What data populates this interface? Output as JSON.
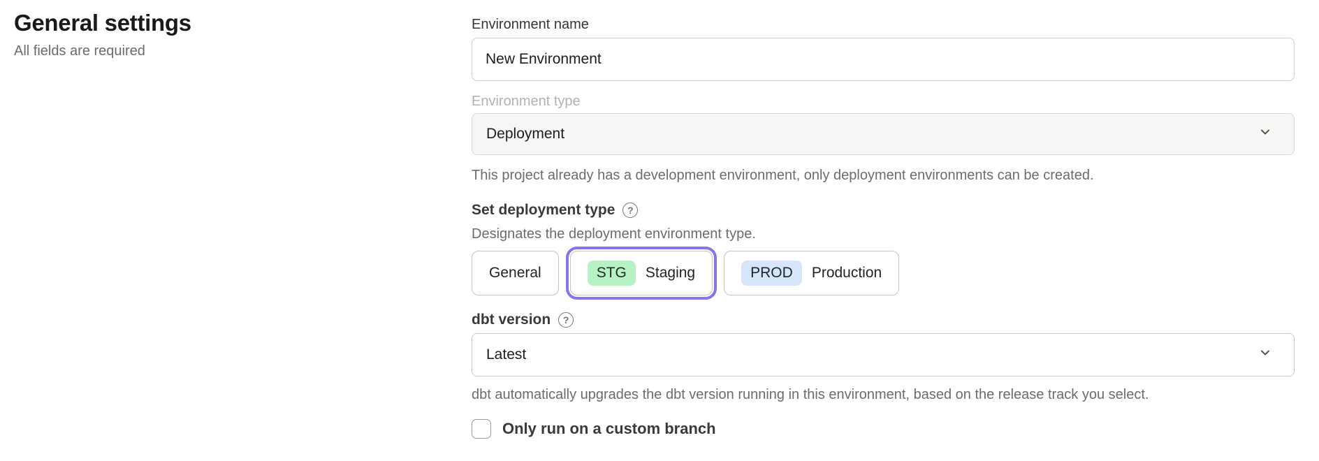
{
  "page": {
    "title": "General settings",
    "subtitle": "All fields are required"
  },
  "form": {
    "environment_name": {
      "label": "Environment name",
      "value": "New Environment"
    },
    "environment_type": {
      "label": "Environment type",
      "value": "Deployment",
      "disabled": true,
      "helper": "This project already has a development environment, only deployment environments can be created."
    },
    "deployment_type": {
      "label": "Set deployment type",
      "description": "Designates the deployment environment type.",
      "options": [
        {
          "label": "General",
          "badge": "",
          "selected": false
        },
        {
          "label": "Staging",
          "badge": "STG",
          "badge_color": "#b7f2c4",
          "selected": true
        },
        {
          "label": "Production",
          "badge": "PROD",
          "badge_color": "#d7e5fb",
          "selected": false
        }
      ]
    },
    "dbt_version": {
      "label": "dbt version",
      "value": "Latest",
      "helper": "dbt automatically upgrades the dbt version running in this environment, based on the release track you select."
    },
    "custom_branch": {
      "label": "Only run on a custom branch",
      "checked": false
    }
  },
  "colors": {
    "accent_selected_ring": "#8b72ed",
    "staging_badge": "#b7f2c4",
    "production_badge": "#d7e5fb",
    "disabled_field_bg": "#f6f6f5"
  }
}
